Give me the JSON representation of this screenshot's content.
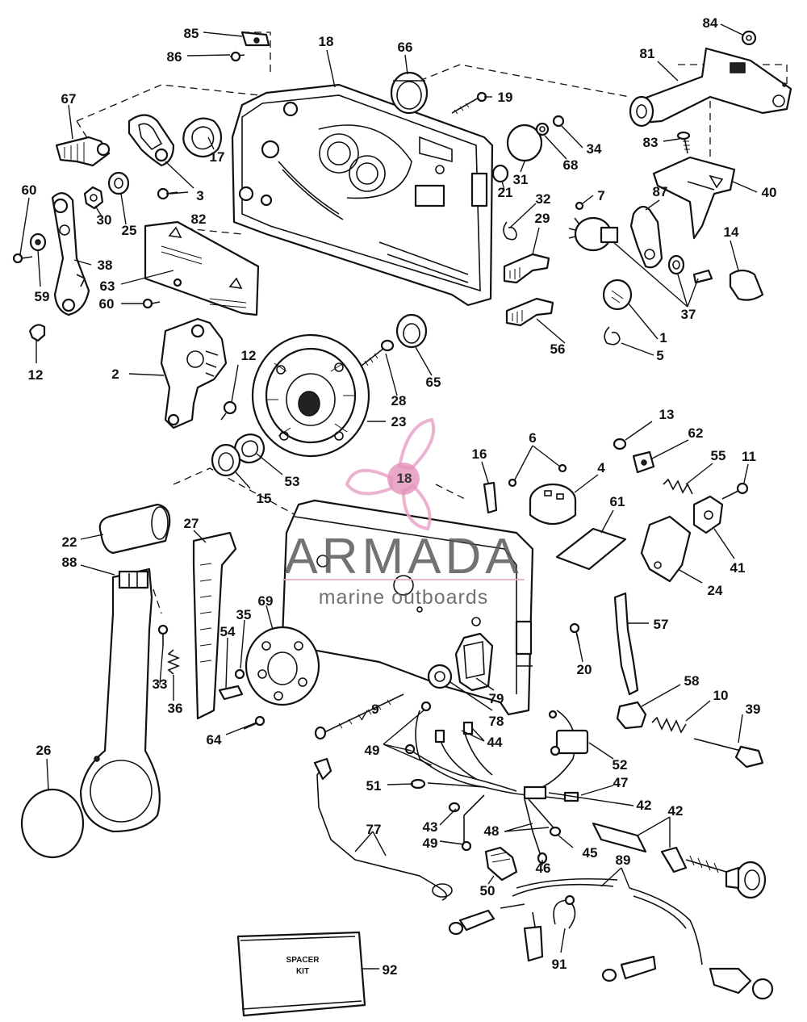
{
  "diagram": {
    "callouts": {
      "c85": "85",
      "c86": "86",
      "c18a": "18",
      "c66": "66",
      "c84": "84",
      "c81": "81",
      "c67": "67",
      "c19": "19",
      "c34": "34",
      "c68": "68",
      "c83": "83",
      "c31": "31",
      "c17": "17",
      "c3": "3",
      "c82": "82",
      "c21": "21",
      "c7": "7",
      "c87": "87",
      "c40": "40",
      "c60a": "60",
      "c30": "30",
      "c25": "25",
      "c32": "32",
      "c29": "29",
      "c14": "14",
      "c38": "38",
      "c63": "63",
      "c59": "59",
      "c60b": "60",
      "c37": "37",
      "c1": "1",
      "c5": "5",
      "c56": "56",
      "c12a": "12",
      "c12b": "12",
      "c2": "2",
      "c65": "65",
      "c28": "28",
      "c23": "23",
      "c13": "13",
      "c62": "62",
      "c55": "55",
      "c11": "11",
      "c16": "16",
      "c6": "6",
      "c4": "4",
      "c53": "53",
      "c15": "15",
      "c18b": "18",
      "c61": "61",
      "c41": "41",
      "c24": "24",
      "c22": "22",
      "c27": "27",
      "c88": "88",
      "c69": "69",
      "c35": "35",
      "c54": "54",
      "c57": "57",
      "c20": "20",
      "c33": "33",
      "c36": "36",
      "c79": "79",
      "c58": "58",
      "c10": "10",
      "c39": "39",
      "c78": "78",
      "c9": "9",
      "c26": "26",
      "c64": "64",
      "c44": "44",
      "c49a": "49",
      "c52": "52",
      "c51": "51",
      "c47": "47",
      "c42a": "42",
      "c42b": "42",
      "c43": "43",
      "c48": "48",
      "c45": "45",
      "c49b": "49",
      "c77": "77",
      "c46": "46",
      "c50": "50",
      "c89": "89",
      "c91": "91",
      "c92": "92"
    },
    "spacer_box": {
      "line1": "SPACER",
      "line2": "KIT"
    }
  },
  "watermark": {
    "brand": "ARMADA",
    "tagline": "marine outboards",
    "accent_color": "#e8a6c8",
    "badge_color": "#e07fb0",
    "logo_number": "18"
  }
}
